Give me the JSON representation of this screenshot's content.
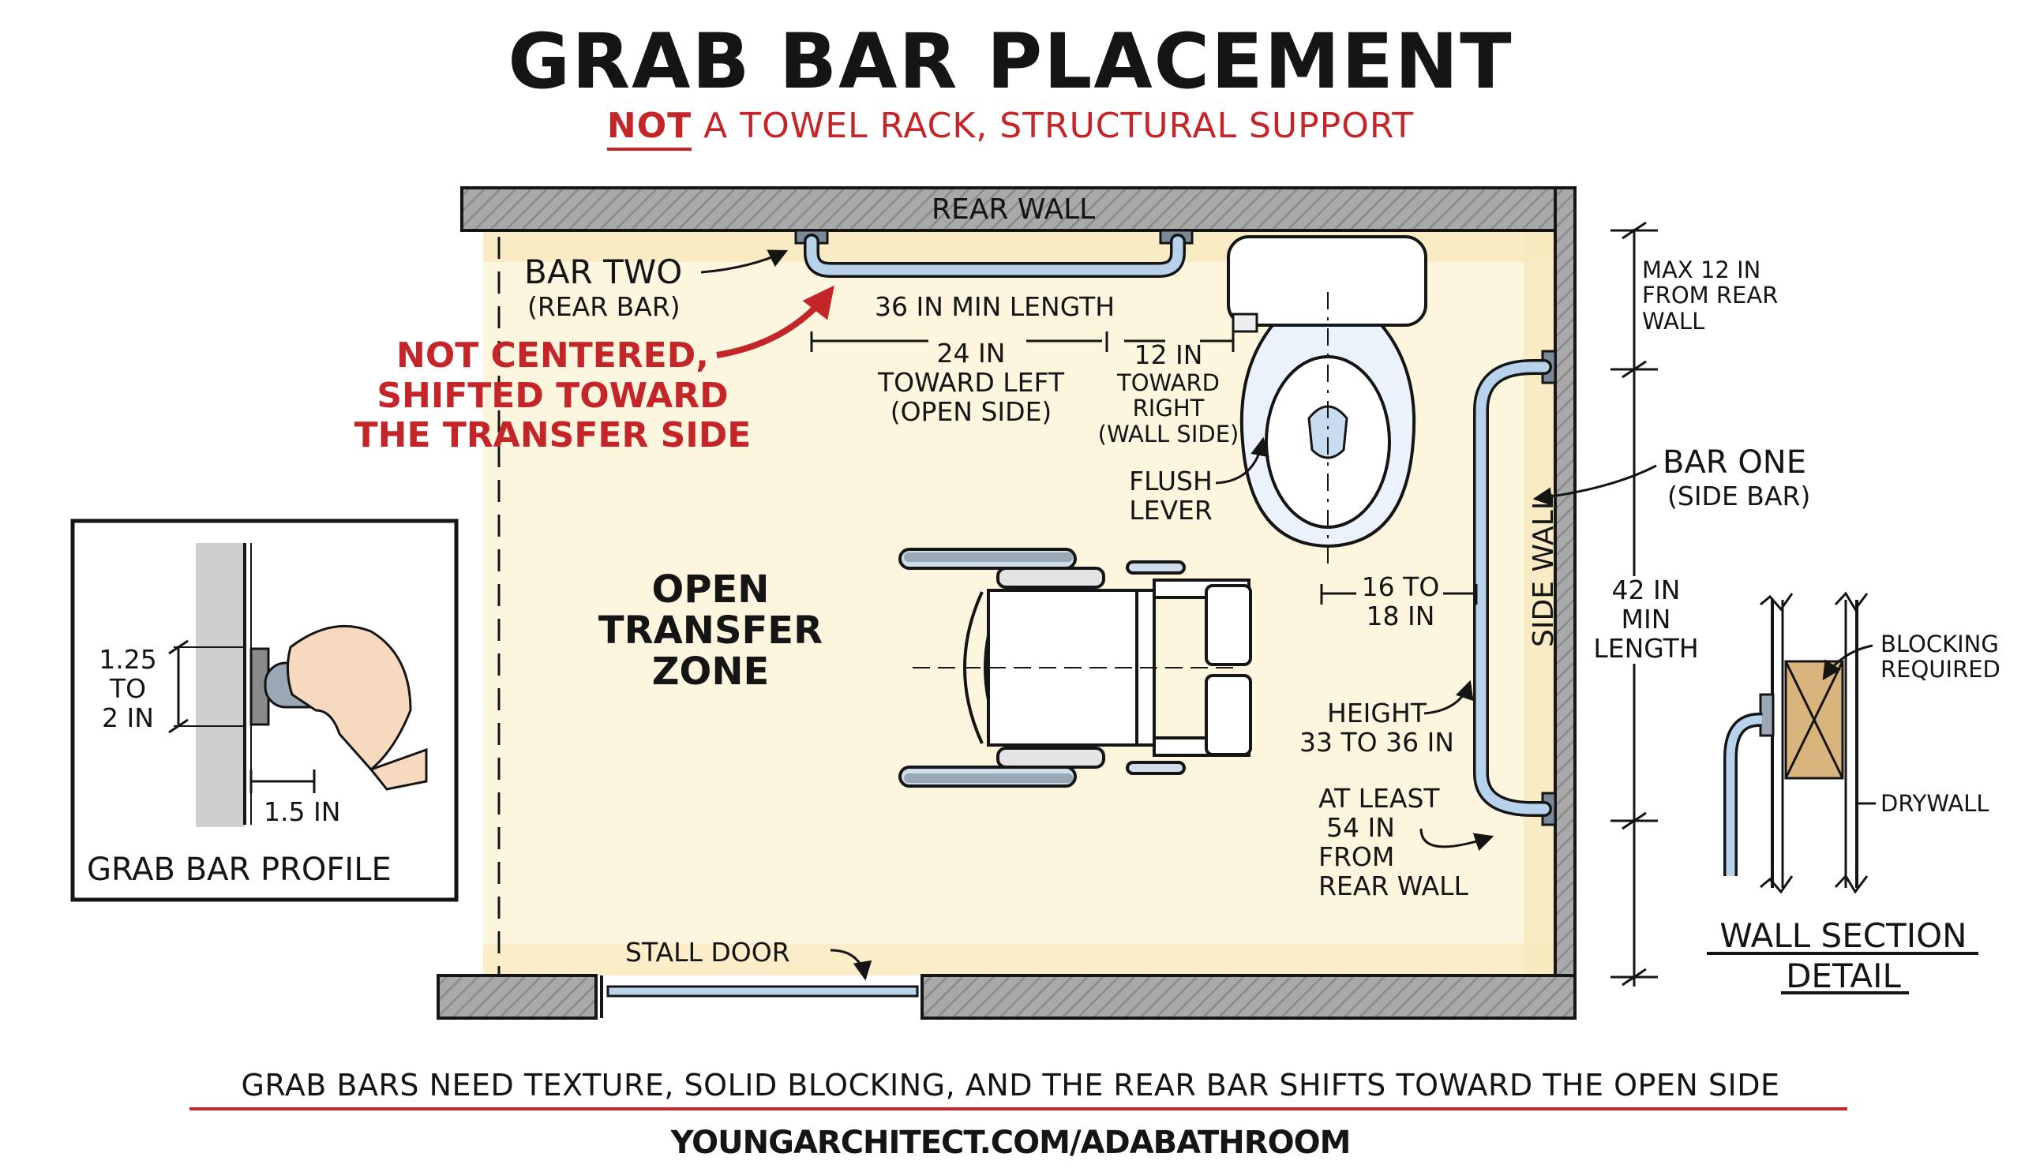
{
  "header": {
    "title": "GRAB BAR PLACEMENT",
    "subtitle_emphasis": "NOT",
    "subtitle_rest": " A TOWEL RACK, STRUCTURAL SUPPORT"
  },
  "plan": {
    "rear_wall": "REAR WALL",
    "side_wall": "SIDE WALL",
    "bar_two": "BAR TWO",
    "bar_two_sub": "(REAR BAR)",
    "rear_bar_length": "36 IN MIN LENGTH",
    "not_centered": [
      "NOT CENTERED,",
      "SHIFTED TOWARD",
      "THE TRANSFER SIDE"
    ],
    "left_dim": [
      "24 IN",
      "TOWARD LEFT",
      "(OPEN SIDE)"
    ],
    "right_dim": [
      "12 IN",
      "TOWARD",
      "RIGHT",
      "(WALL SIDE)"
    ],
    "flush_lever": [
      "FLUSH",
      "LEVER"
    ],
    "open_zone": [
      "OPEN",
      "TRANSFER",
      "ZONE"
    ],
    "centerline": [
      "16 TO",
      "18 IN"
    ],
    "height": [
      "HEIGHT",
      "33 TO 36 IN"
    ],
    "at_least": [
      "AT LEAST",
      "54 IN",
      "FROM",
      "REAR WALL"
    ],
    "stall_door": "STALL DOOR"
  },
  "right_notes": {
    "max_from_rear": [
      "MAX 12 IN",
      "FROM REAR",
      "WALL"
    ],
    "bar_one": "BAR ONE",
    "bar_one_sub": "(SIDE BAR)",
    "side_bar_length": [
      "42 IN",
      "MIN",
      "LENGTH"
    ]
  },
  "profile": {
    "title": "GRAB BAR PROFILE",
    "diameter": [
      "1.25",
      "TO",
      "2 IN"
    ],
    "clearance": "1.5 IN"
  },
  "wall_section": {
    "title": [
      "WALL SECTION",
      "DETAIL"
    ],
    "blocking": [
      "BLOCKING",
      "REQUIRED"
    ],
    "drywall": "DRYWALL"
  },
  "footer": {
    "caption": "GRAB BARS NEED TEXTURE, SOLID BLOCKING, AND THE REAR BAR SHIFTS TOWARD THE OPEN SIDE",
    "url": "YOUNGARCHITECT.COM/ADABATHROOM"
  },
  "colors": {
    "ink": "#151515",
    "accent_red": "#c42528",
    "wall_gray": "#9b9b9b",
    "floor_tint": "#fbf1cf",
    "steel_blue": "#a9c8e6",
    "wood": "#d9b47c"
  }
}
